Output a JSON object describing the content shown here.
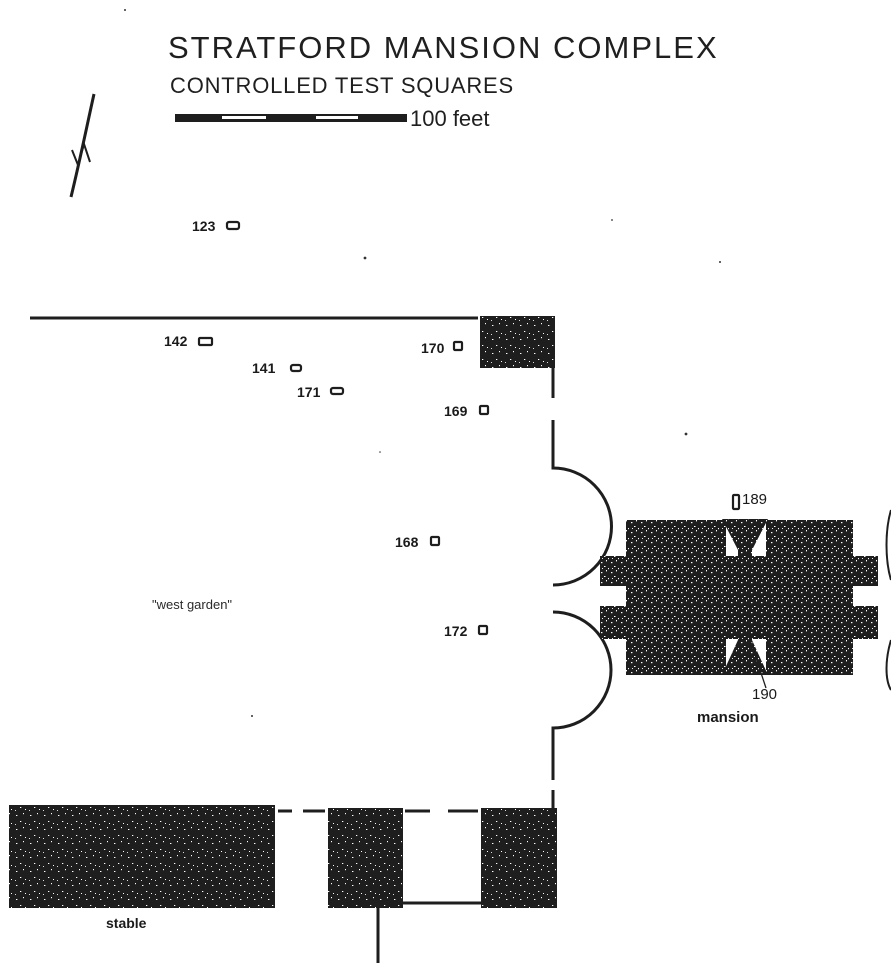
{
  "header": {
    "title": "STRATFORD MANSION COMPLEX",
    "subtitle": "CONTROLLED TEST SQUARES",
    "scale_label": "100 feet"
  },
  "test_squares": {
    "sq123": "123",
    "sq142": "142",
    "sq141": "141",
    "sq171": "171",
    "sq170": "170",
    "sq169": "169",
    "sq168": "168",
    "sq172": "172",
    "sq189": "189",
    "sq190": "190"
  },
  "areas": {
    "west_garden": "\"west garden\"",
    "mansion": "mansion",
    "stable": "stable"
  },
  "icons": {
    "north_arrow": "north-arrow-icon"
  },
  "colors": {
    "ink": "#1e1e1e",
    "paper": "#ffffff"
  }
}
